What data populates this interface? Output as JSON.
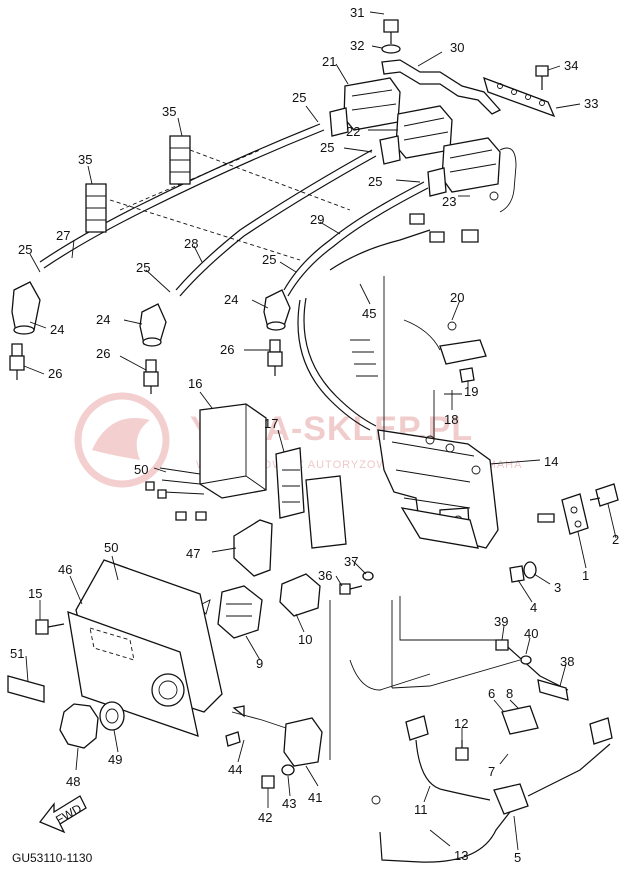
{
  "watermark": {
    "main": "YAMA-SKLEP.PL",
    "sub": "WOJCIECHOWICZ AUTORYZOWANY DEALER YAMAHA",
    "brand_color": "#e07a7a"
  },
  "diagram": {
    "code": "GU53110-1130",
    "fwd_label": "FWD",
    "callouts": [
      {
        "id": "c31",
        "text": "31"
      },
      {
        "id": "c32",
        "text": "32"
      },
      {
        "id": "c30",
        "text": "30"
      },
      {
        "id": "c34",
        "text": "34"
      },
      {
        "id": "c33",
        "text": "33"
      },
      {
        "id": "c21",
        "text": "21"
      },
      {
        "id": "c25a",
        "text": "25"
      },
      {
        "id": "c22",
        "text": "22"
      },
      {
        "id": "c35a",
        "text": "35"
      },
      {
        "id": "c25b",
        "text": "25"
      },
      {
        "id": "c25c",
        "text": "25"
      },
      {
        "id": "c23",
        "text": "23"
      },
      {
        "id": "c35b",
        "text": "35"
      },
      {
        "id": "c29",
        "text": "29"
      },
      {
        "id": "c27",
        "text": "27"
      },
      {
        "id": "c28",
        "text": "28"
      },
      {
        "id": "c25d",
        "text": "25"
      },
      {
        "id": "c25e",
        "text": "25"
      },
      {
        "id": "c25f",
        "text": "25"
      },
      {
        "id": "c20",
        "text": "20"
      },
      {
        "id": "c24a",
        "text": "24"
      },
      {
        "id": "c24b",
        "text": "24"
      },
      {
        "id": "c24c",
        "text": "24"
      },
      {
        "id": "c45",
        "text": "45"
      },
      {
        "id": "c26a",
        "text": "26"
      },
      {
        "id": "c26b",
        "text": "26"
      },
      {
        "id": "c26c",
        "text": "26"
      },
      {
        "id": "c19",
        "text": "19"
      },
      {
        "id": "c16",
        "text": "16"
      },
      {
        "id": "c18",
        "text": "18"
      },
      {
        "id": "c17",
        "text": "17"
      },
      {
        "id": "c14",
        "text": "14"
      },
      {
        "id": "c50a",
        "text": "50"
      },
      {
        "id": "c2",
        "text": "2"
      },
      {
        "id": "c1",
        "text": "1"
      },
      {
        "id": "c47",
        "text": "47"
      },
      {
        "id": "c50b",
        "text": "50"
      },
      {
        "id": "c37",
        "text": "37"
      },
      {
        "id": "c46",
        "text": "46"
      },
      {
        "id": "c36",
        "text": "36"
      },
      {
        "id": "c3",
        "text": "3"
      },
      {
        "id": "c15",
        "text": "15"
      },
      {
        "id": "c4",
        "text": "4"
      },
      {
        "id": "c10",
        "text": "10"
      },
      {
        "id": "c39",
        "text": "39"
      },
      {
        "id": "c40",
        "text": "40"
      },
      {
        "id": "c51",
        "text": "51"
      },
      {
        "id": "c9",
        "text": "9"
      },
      {
        "id": "c38",
        "text": "38"
      },
      {
        "id": "c6",
        "text": "6"
      },
      {
        "id": "c8",
        "text": "8"
      },
      {
        "id": "c12",
        "text": "12"
      },
      {
        "id": "c48",
        "text": "48"
      },
      {
        "id": "c49",
        "text": "49"
      },
      {
        "id": "c44",
        "text": "44"
      },
      {
        "id": "c7",
        "text": "7"
      },
      {
        "id": "c41",
        "text": "41"
      },
      {
        "id": "c43",
        "text": "43"
      },
      {
        "id": "c11",
        "text": "11"
      },
      {
        "id": "c42",
        "text": "42"
      },
      {
        "id": "c5",
        "text": "5"
      },
      {
        "id": "c13",
        "text": "13"
      }
    ]
  }
}
